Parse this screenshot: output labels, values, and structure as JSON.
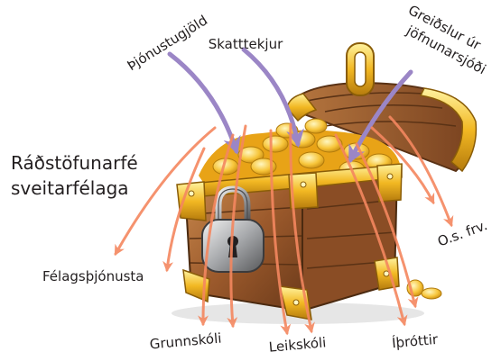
{
  "title": "Ráðstöfunarfé sveitarfélaga",
  "title_lines": [
    "Ráðstöfunarfé",
    "sveitarfélaga"
  ],
  "income_sources": [
    "Þjónustugjöld",
    "Skatttekjur",
    "Greiðslur úr jöfnunarsjóði"
  ],
  "income_source_lines": {
    "thjonustugjold": "Þjónustugjöld",
    "skatttekjur": "Skatttekjur",
    "greidslur_line1": "Greiðslur úr",
    "greidslur_line2": "jöfnunarsjóði"
  },
  "spending": {
    "felagsthjonusta": "Félagsþjónusta",
    "grunnskoli": "Grunnskóli",
    "leikskoli": "Leikskóli",
    "ithrottir": "Íþróttir",
    "osfrv": "O.s. frv."
  },
  "colors": {
    "income_arrow": "#9b86c6",
    "spending_arrow": "#f4875f",
    "gold": "#f2b823",
    "wood": "#9c5a2c",
    "text": "#231f20"
  },
  "icons": {
    "chest": "treasure-chest-icon",
    "padlock": "padlock-icon"
  }
}
